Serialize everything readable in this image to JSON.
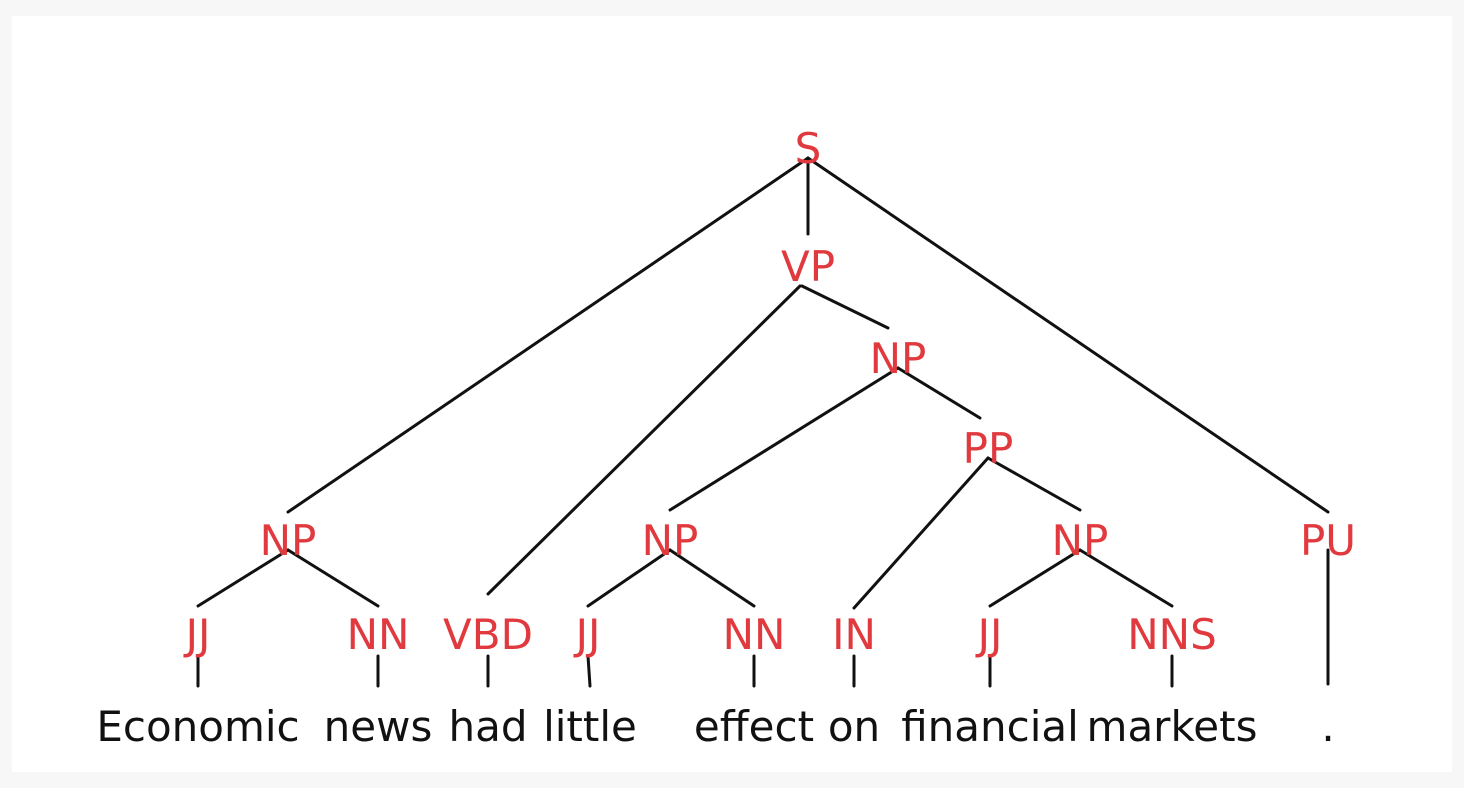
{
  "diagram": {
    "type": "parse-tree",
    "colors": {
      "label": "#e0393e",
      "word": "#111111",
      "edge": "#111111"
    },
    "nodes": [
      {
        "id": "s",
        "label": "S",
        "kind": "cat"
      },
      {
        "id": "vp",
        "label": "VP",
        "kind": "cat"
      },
      {
        "id": "np_obj",
        "label": "NP",
        "kind": "cat"
      },
      {
        "id": "pp",
        "label": "PP",
        "kind": "cat"
      },
      {
        "id": "np_subj",
        "label": "NP",
        "kind": "cat"
      },
      {
        "id": "np_little",
        "label": "NP",
        "kind": "cat"
      },
      {
        "id": "np_fin",
        "label": "NP",
        "kind": "cat"
      },
      {
        "id": "pu",
        "label": "PU",
        "kind": "cat"
      },
      {
        "id": "jj1",
        "label": "JJ",
        "kind": "cat"
      },
      {
        "id": "nn1",
        "label": "NN",
        "kind": "cat"
      },
      {
        "id": "vbd",
        "label": "VBD",
        "kind": "cat"
      },
      {
        "id": "jj2",
        "label": "JJ",
        "kind": "cat"
      },
      {
        "id": "nn2",
        "label": "NN",
        "kind": "cat"
      },
      {
        "id": "in",
        "label": "IN",
        "kind": "cat"
      },
      {
        "id": "jj3",
        "label": "JJ",
        "kind": "cat"
      },
      {
        "id": "nns",
        "label": "NNS",
        "kind": "cat"
      },
      {
        "id": "w_economic",
        "label": "Economic",
        "kind": "word"
      },
      {
        "id": "w_news",
        "label": "news",
        "kind": "word"
      },
      {
        "id": "w_had",
        "label": "had",
        "kind": "word"
      },
      {
        "id": "w_little",
        "label": "little",
        "kind": "word"
      },
      {
        "id": "w_effect",
        "label": "effect",
        "kind": "word"
      },
      {
        "id": "w_on",
        "label": "on",
        "kind": "word"
      },
      {
        "id": "w_financial",
        "label": "financial",
        "kind": "word"
      },
      {
        "id": "w_markets",
        "label": "markets",
        "kind": "word"
      },
      {
        "id": "w_period",
        "label": ".",
        "kind": "word"
      }
    ],
    "edges": [
      [
        "s",
        "np_subj"
      ],
      [
        "s",
        "vp"
      ],
      [
        "s",
        "pu"
      ],
      [
        "vp",
        "vbd"
      ],
      [
        "vp",
        "np_obj"
      ],
      [
        "np_obj",
        "np_little"
      ],
      [
        "np_obj",
        "pp"
      ],
      [
        "pp",
        "in"
      ],
      [
        "pp",
        "np_fin"
      ],
      [
        "np_subj",
        "jj1"
      ],
      [
        "np_subj",
        "nn1"
      ],
      [
        "np_little",
        "jj2"
      ],
      [
        "np_little",
        "nn2"
      ],
      [
        "np_fin",
        "jj3"
      ],
      [
        "np_fin",
        "nns"
      ],
      [
        "jj1",
        "w_economic"
      ],
      [
        "nn1",
        "w_news"
      ],
      [
        "vbd",
        "w_had"
      ],
      [
        "jj2",
        "w_little"
      ],
      [
        "nn2",
        "w_effect"
      ],
      [
        "in",
        "w_on"
      ],
      [
        "jj3",
        "w_financial"
      ],
      [
        "nns",
        "w_markets"
      ],
      [
        "pu",
        "w_period"
      ]
    ]
  }
}
